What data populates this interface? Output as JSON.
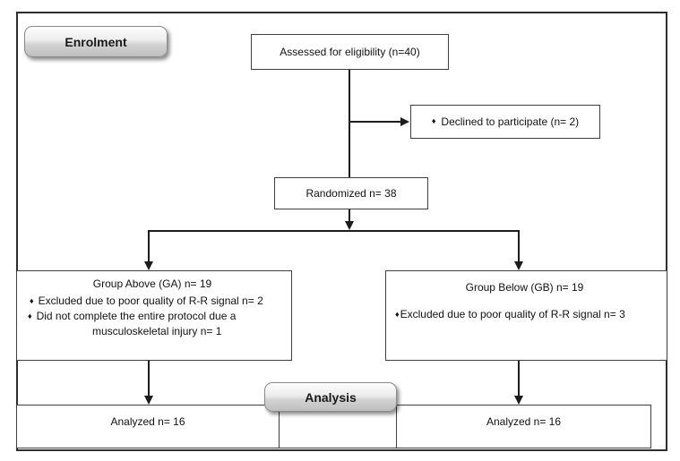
{
  "badges": {
    "enrolment": "Enrolment",
    "analysis": "Analysis"
  },
  "bullet_char": "♦",
  "boxes": {
    "assessed": {
      "label": "Assessed for eligibility (n=40)"
    },
    "declined": {
      "label": "Declined to participate (n= 2)"
    },
    "randomized": {
      "label": "Randomized n= 38"
    },
    "group_above": {
      "title": "Group Above (GA) n= 19",
      "bullets": [
        "Excluded due to poor quality of R-R signal n= 2",
        "Did not complete the entire protocol due a musculoskeletal injury n= 1"
      ]
    },
    "group_below": {
      "title": "Group Below (GB) n= 19",
      "bullets": [
        "Excluded due to poor quality of R-R signal n= 3"
      ]
    },
    "analyzed_left": {
      "label": "Analyzed n= 16"
    },
    "analyzed_right": {
      "label": "Analyzed n= 16"
    }
  },
  "colors": {
    "background": "#ffffff",
    "text": "#111111",
    "box_border": "#3f3f3f",
    "outer_border": "#2e2e2e",
    "line": "#1c1c1c",
    "badge_border": "#8a8a8a",
    "badge_gradient_top": "#fefefe",
    "badge_gradient_bottom": "#bfbfbf"
  }
}
